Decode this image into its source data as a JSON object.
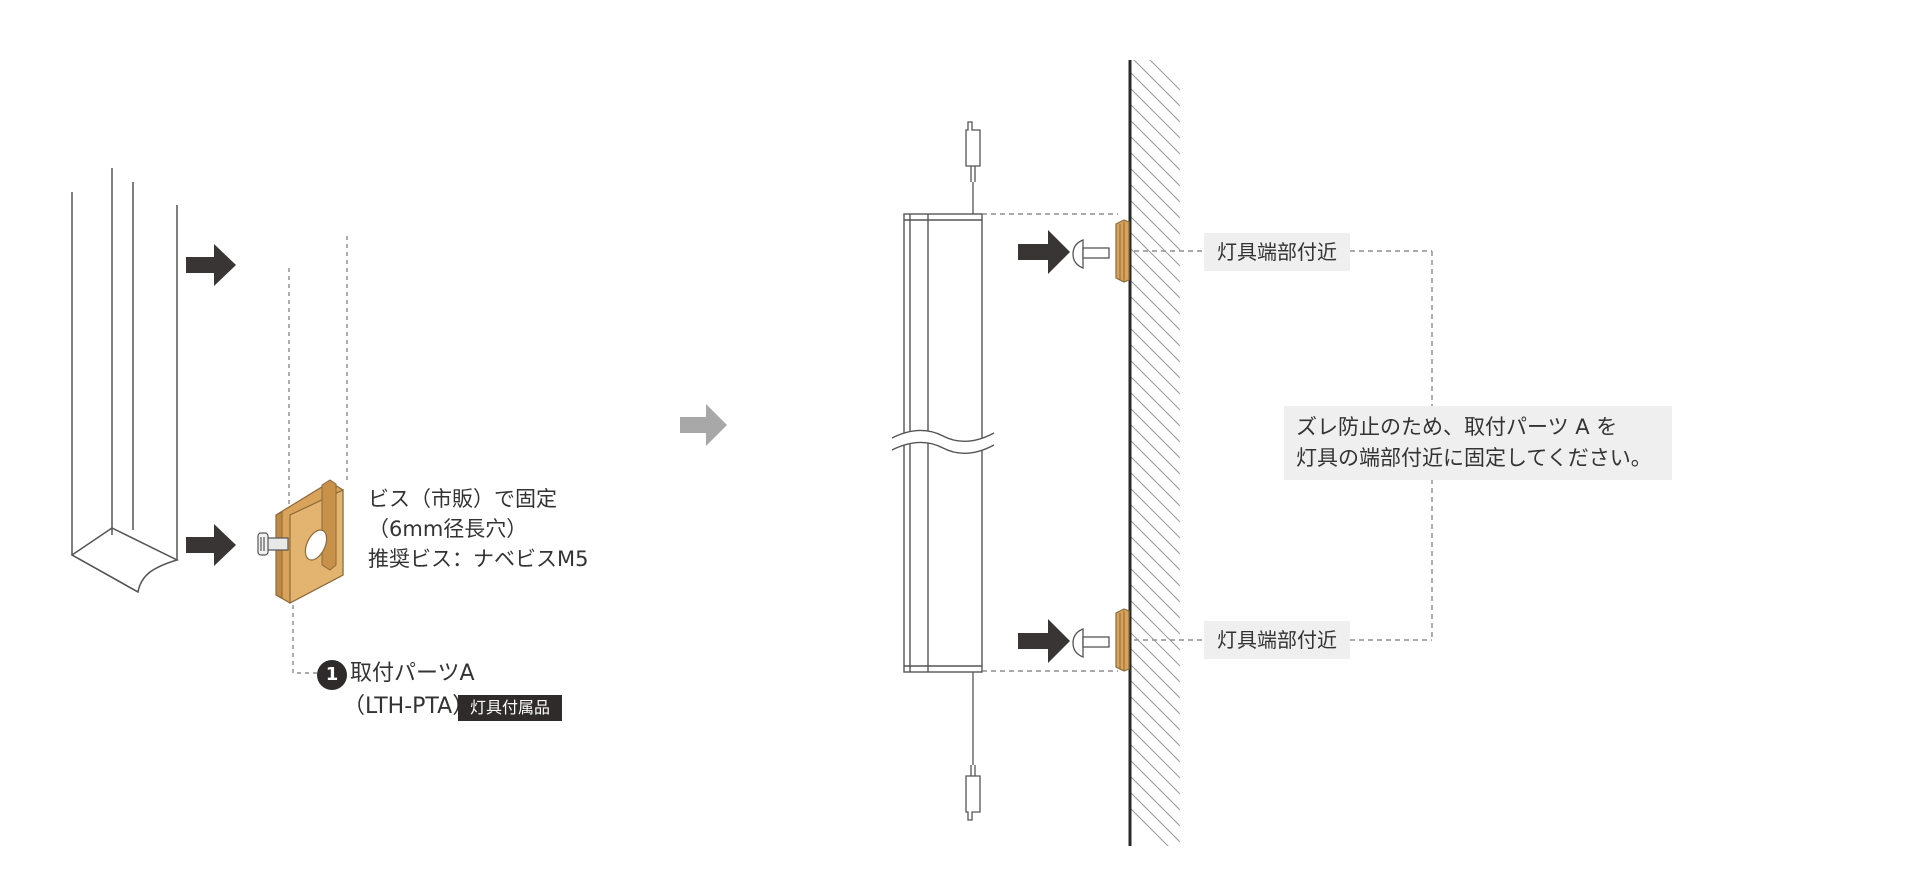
{
  "left": {
    "screw_note": {
      "line1": "ビス（市販）で固定",
      "line2": "（6mm径長穴）",
      "line3": "推奨ビス：ナベビスM5"
    },
    "part": {
      "number": "1",
      "name": "取付パーツA",
      "code": "（LTH-PTA）",
      "badge": "灯具付属品"
    }
  },
  "right": {
    "top_label": "灯具端部付近",
    "bottom_label": "灯具端部付近",
    "note": {
      "line1": "ズレ防止のため、取付パーツ A を",
      "line2": "灯具の端部付近に固定してください。"
    }
  },
  "colors": {
    "arrow_dark": "#3a3535",
    "arrow_grey": "#a8a8a8",
    "bracket_gold": "#d9a35a",
    "bracket_edge": "#8a6a3a",
    "line": "#666666",
    "wall": "#2a2a2a",
    "label_bg": "#efefef",
    "badge_bg": "#2f2b2b"
  }
}
